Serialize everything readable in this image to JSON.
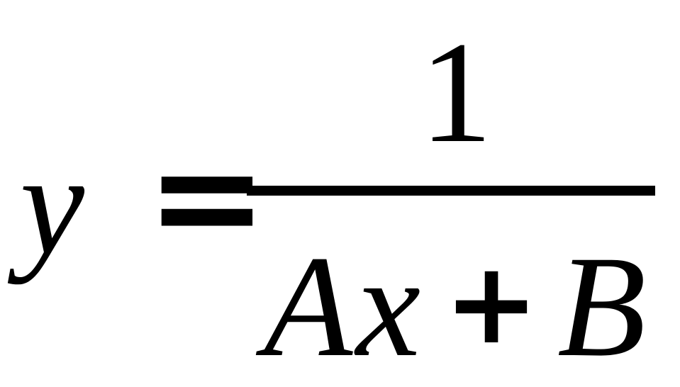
{
  "formula": {
    "lhs": "y",
    "equals": "=",
    "numerator": "1",
    "denominator": {
      "term1": "A",
      "term2": "x",
      "operator": "+",
      "term3": "B"
    }
  }
}
